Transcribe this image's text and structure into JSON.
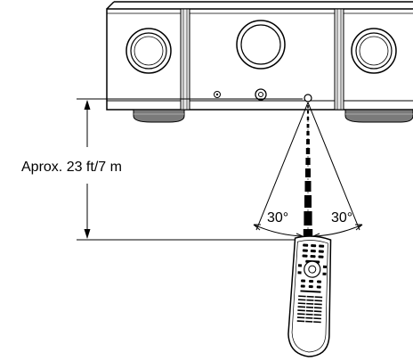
{
  "labels": {
    "distance": "Aprox. 23 ft/7 m",
    "angle_left": "30°",
    "angle_right": "30°"
  },
  "colors": {
    "line": "#000000",
    "device_fill": "#ffffff",
    "shade": "#6e6e6e"
  }
}
